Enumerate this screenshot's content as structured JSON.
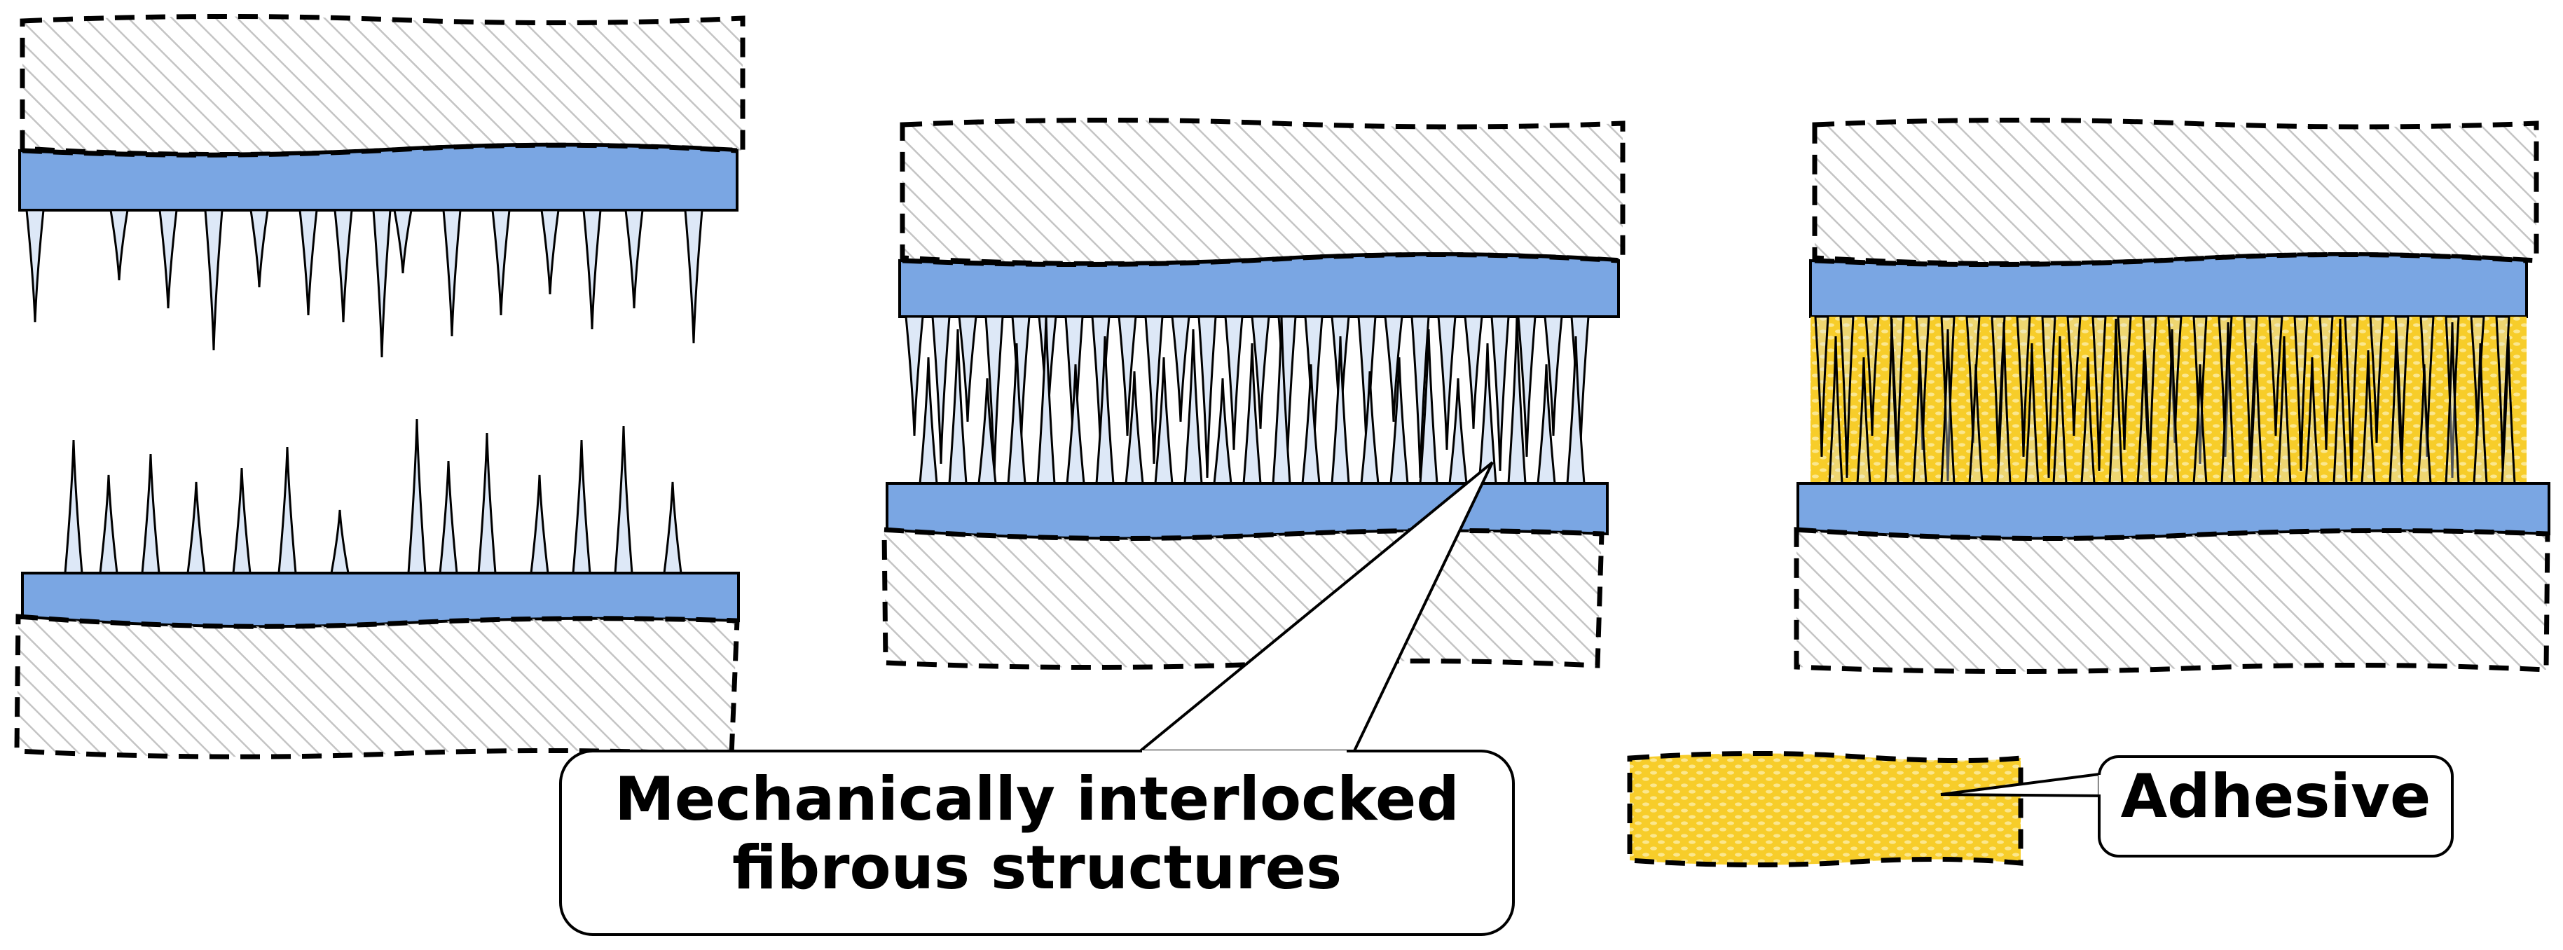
{
  "callouts": {
    "interlocked": {
      "line1": "Mechanically interlocked",
      "line2": "fibrous structures"
    },
    "adhesive": {
      "label": "Adhesive"
    }
  },
  "colors": {
    "backing": "#7aa6e3",
    "fiber_fill": "#dde8f7",
    "substrate_hatch": "#cfcfcf",
    "adhesive": "#f7cd2a",
    "adhesive_dot": "#fbe78e",
    "outline": "#000000"
  },
  "panels": [
    {
      "name": "separated-fibrous-surfaces"
    },
    {
      "name": "interlocked-fibrous-surfaces"
    },
    {
      "name": "adhesive-bonded-fibrous-surfaces"
    }
  ]
}
